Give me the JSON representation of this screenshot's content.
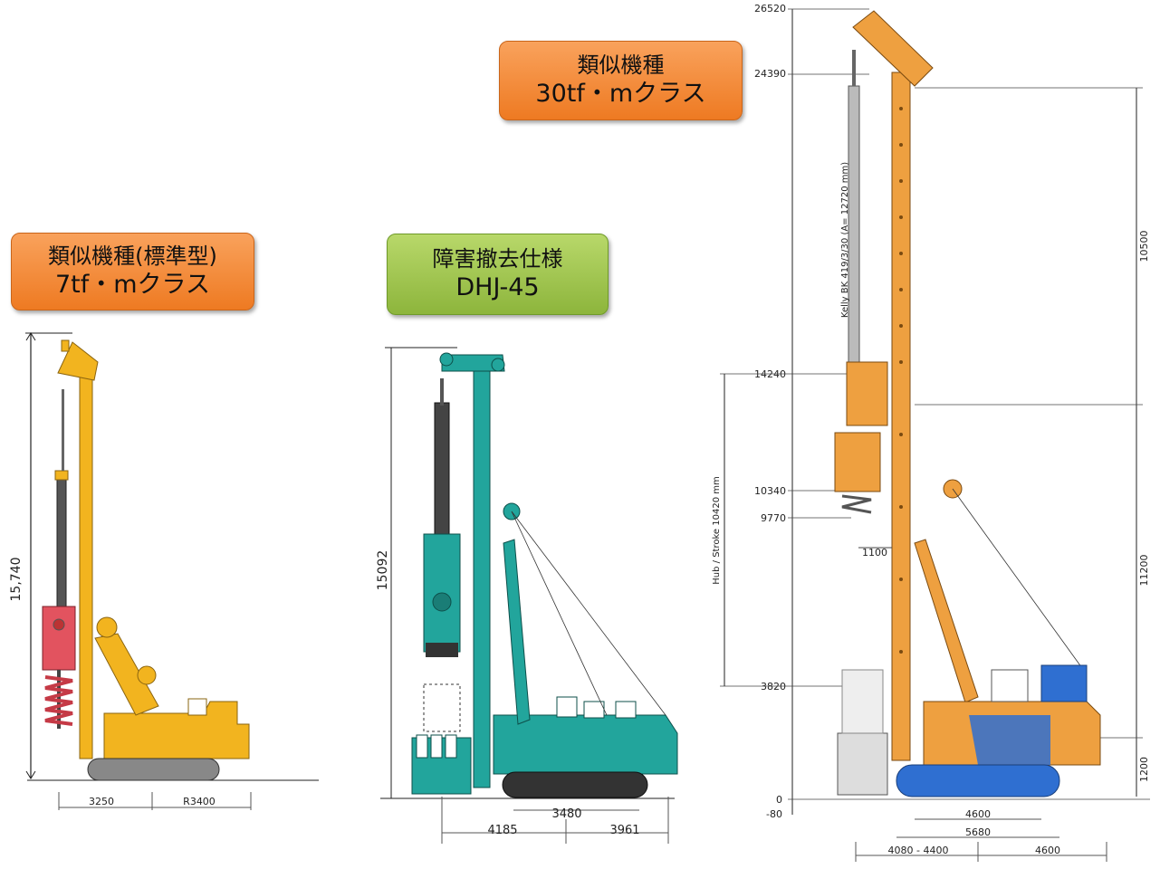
{
  "labels": {
    "left": {
      "line1": "類似機種(標準型)",
      "line2": "7tf・mクラス"
    },
    "mid": {
      "line1": "障害撤去仕様",
      "line2": "DHJ-45"
    },
    "right": {
      "line1": "類似機種",
      "line2": "30tf・mクラス"
    }
  },
  "left_machine": {
    "height": "15,740",
    "dim_a": "3250",
    "dim_b": "R3400",
    "color": "#f2b41f"
  },
  "mid_machine": {
    "height": "15092",
    "dim_a": "3480",
    "dim_b": "4185",
    "dim_c": "3961",
    "color": "#22a59c"
  },
  "right_machine": {
    "levels": [
      "26520",
      "24390",
      "14240",
      "10340",
      "9770",
      "3820",
      "0",
      "-80"
    ],
    "kelly": "Kelly BK 419/3/30 (A= 12720 mm)",
    "stroke": "Hub / Stroke 10420 mm",
    "right_dims": [
      "10500",
      "11200",
      "1200"
    ],
    "offset": "1100",
    "bottom_dims": [
      "4600",
      "5680",
      "4080 - 4400",
      "4600"
    ],
    "color": "#eea040",
    "crawler_color": "#2f6fd1"
  }
}
